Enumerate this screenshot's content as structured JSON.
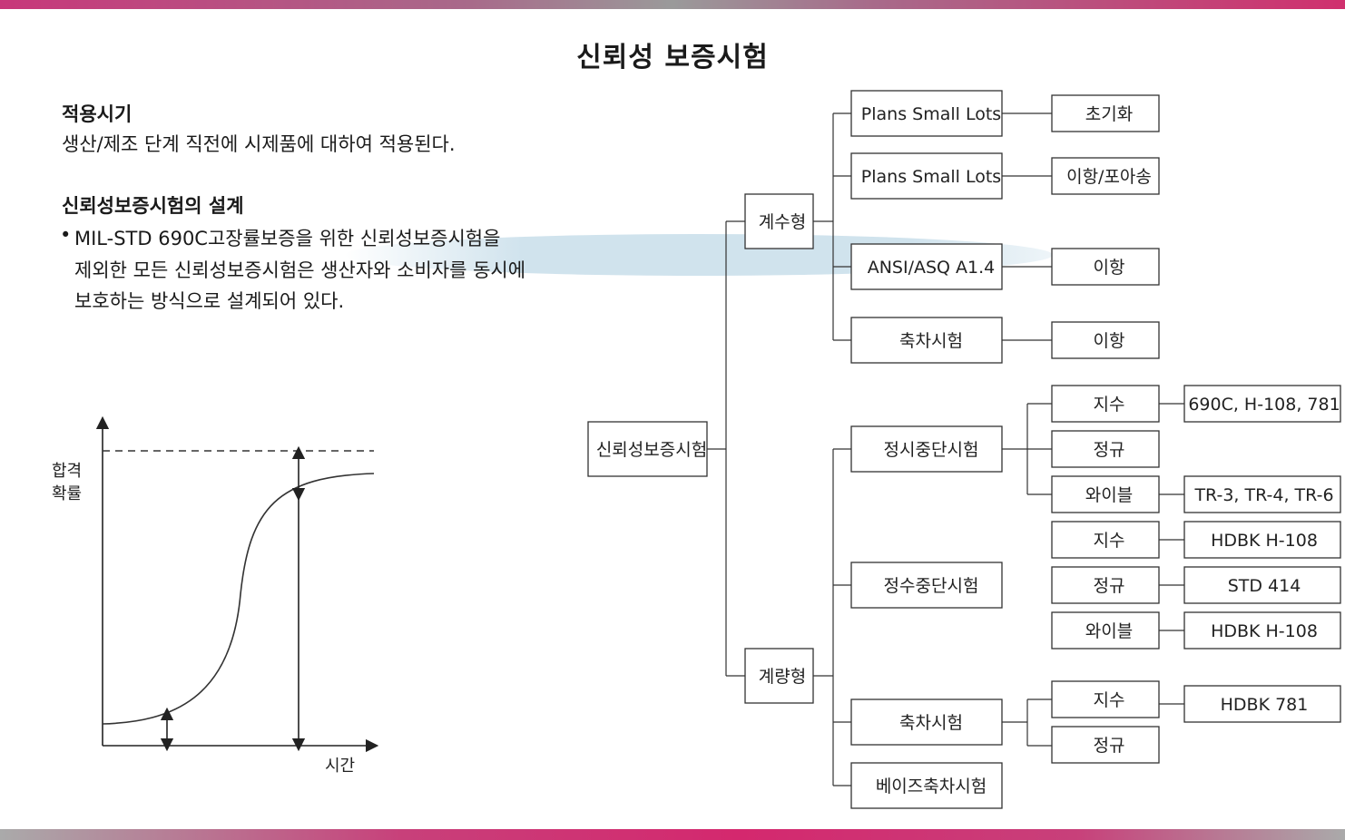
{
  "title": "신뢰성 보증시험",
  "section1": {
    "heading": "적용시기",
    "text": "생산/제조 단계 직전에 시제품에 대하여 적용된다."
  },
  "section2": {
    "heading": "신뢰성보증시험의 설계",
    "bullet": "•",
    "lines": [
      "MIL-STD 690C고장률보증을 위한 신뢰성보증시험을",
      "제외한 모든 신뢰성보증시험은 생산자와 소비자를 동시에",
      "보호하는 방식으로 설계되어 있다."
    ]
  },
  "curve_chart": {
    "ylabel_line1": "합격",
    "ylabel_line2": "확률",
    "xlabel": "시간"
  },
  "tree": {
    "root": "신뢰성보증시험",
    "attr": "계수형",
    "var": "계량형",
    "attr_children": [
      {
        "label": "Plans Small Lots",
        "leaf": "초기화"
      },
      {
        "label": "Plans Small Lots",
        "leaf": "이항/포아송"
      },
      {
        "label": "ANSI/ASQ A1.4",
        "leaf": "이항"
      },
      {
        "label": "축차시험",
        "leaf": "이항"
      }
    ],
    "var_children": {
      "time_trunc": "정시중단시험",
      "fail_trunc": "정수중단시험",
      "seq": "축차시험",
      "bayes": "베이즈축차시험"
    },
    "dist": {
      "exp": "지수",
      "norm": "정규",
      "weibull": "와이블"
    },
    "refs": {
      "tt_exp": "690C, H-108, 781",
      "tt_weibull": "TR-3, TR-4, TR-6",
      "ft_exp": "HDBK H-108",
      "ft_norm": "STD 414",
      "ft_weibull": "HDBK H-108",
      "seq_exp": "HDBK 781"
    }
  }
}
